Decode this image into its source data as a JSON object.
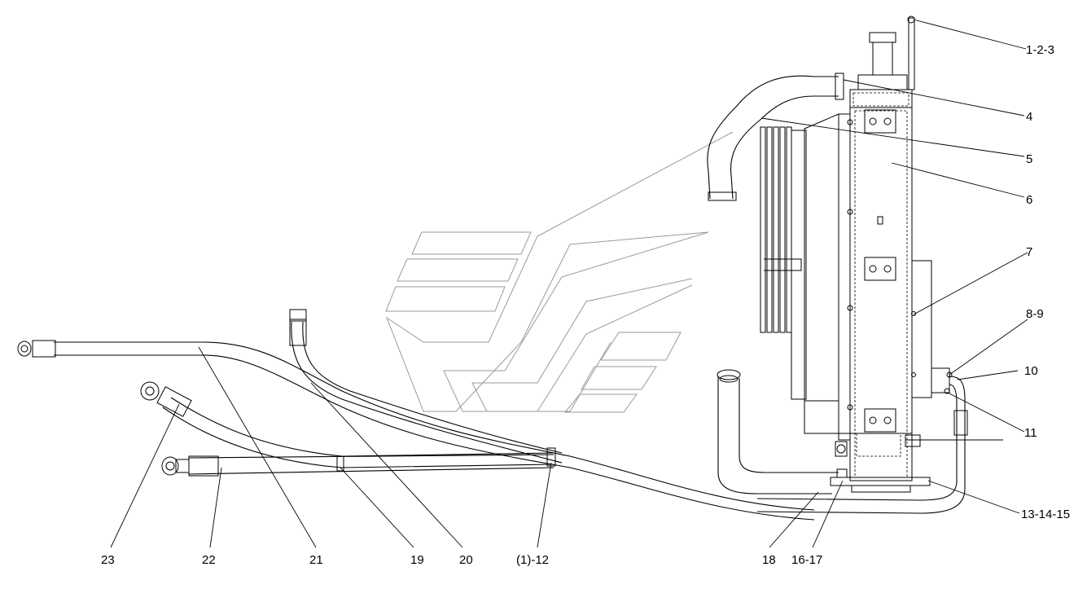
{
  "callouts": [
    {
      "id": "c1",
      "text": "1-2-3"
    },
    {
      "id": "c4",
      "text": "4"
    },
    {
      "id": "c5",
      "text": "5"
    },
    {
      "id": "c6",
      "text": "6"
    },
    {
      "id": "c7",
      "text": "7"
    },
    {
      "id": "c8",
      "text": "8-9"
    },
    {
      "id": "c10",
      "text": "10"
    },
    {
      "id": "c11",
      "text": "11"
    },
    {
      "id": "c13",
      "text": "13-14-15"
    },
    {
      "id": "c16",
      "text": "16-17"
    },
    {
      "id": "c18",
      "text": "18"
    },
    {
      "id": "c12",
      "text": "(1)-12"
    },
    {
      "id": "c20",
      "text": "20"
    },
    {
      "id": "c19",
      "text": "19"
    },
    {
      "id": "c21",
      "text": "21"
    },
    {
      "id": "c22",
      "text": "22"
    },
    {
      "id": "c23",
      "text": "23"
    }
  ],
  "colors": {
    "line": "#000000",
    "watermark": "#9a9a9a",
    "background": "#ffffff"
  }
}
